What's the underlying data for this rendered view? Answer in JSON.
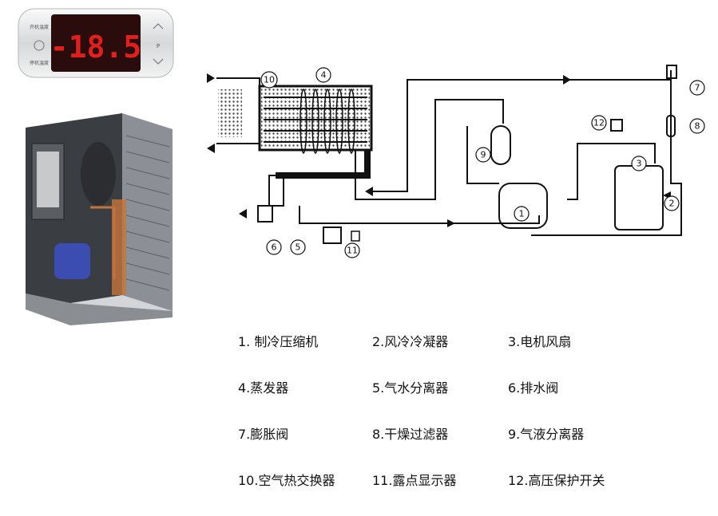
{
  "controller": {
    "display_value": "-18.5",
    "button_labels": [
      "开机温度",
      "停机温度"
    ],
    "fan_button_label": "P"
  },
  "components": [
    {
      "id": "1",
      "label": "1.   制冷压缩机"
    },
    {
      "id": "2",
      "label": "2.风冷冷凝器"
    },
    {
      "id": "3",
      "label": "3.电机风扇"
    },
    {
      "id": "4",
      "label": "4.蒸发器"
    },
    {
      "id": "5",
      "label": "5.气水分离器"
    },
    {
      "id": "6",
      "label": "6.排水阀"
    },
    {
      "id": "7",
      "label": "7.膨胀阀"
    },
    {
      "id": "8",
      "label": "8.干燥过滤器"
    },
    {
      "id": "9",
      "label": "9.气液分离器"
    },
    {
      "id": "10",
      "label": "10.空气热交换器"
    },
    {
      "id": "11",
      "label": "11.露点显示器"
    },
    {
      "id": "12",
      "label": "12.高压保护开关"
    }
  ],
  "diagram_numbers": [
    "1",
    "2",
    "3",
    "4",
    "5",
    "6",
    "7",
    "8",
    "9",
    "10",
    "11",
    "12"
  ],
  "colors": {
    "display_red": "#e0201c",
    "display_bg": "#2a0c0c",
    "pipe": "#111111",
    "cabinet": "#6e7277",
    "copper": "#c4743a",
    "compressor": "#3b4db0"
  }
}
